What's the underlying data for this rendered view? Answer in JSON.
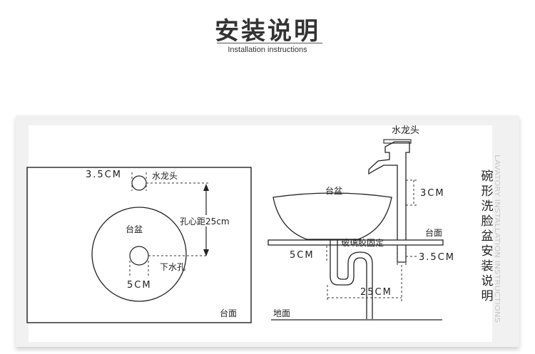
{
  "header": {
    "title": "安装说明",
    "subtitle": "Installation instructions"
  },
  "top_view": {
    "faucet_hole_size": "3.5CM",
    "faucet_label": "水龙头",
    "hole_distance": "孔心距25cm",
    "basin_label": "台盆",
    "drain_label": "下水孔",
    "drain_size": "5CM",
    "counter_label": "台面"
  },
  "side_view": {
    "faucet_label": "水龙头",
    "basin_label": "台盆",
    "faucet_height": "3CM",
    "counter_label": "台面",
    "glass_glue_label": "玻璃胶固定",
    "drain_size": "5CM",
    "faucet_hole_size": "3.5CM",
    "trap_distance": "25CM",
    "floor_label": "地面"
  },
  "side_title": [
    "碗",
    "形",
    "洗",
    "脸",
    "盆",
    "安",
    "装",
    "说",
    "明"
  ],
  "watermark": "LAVATORY INSTALLATION INSTRUCTIONS",
  "colors": {
    "line": "#222222",
    "dash": "#333333",
    "panel": "#f1f1f1"
  }
}
